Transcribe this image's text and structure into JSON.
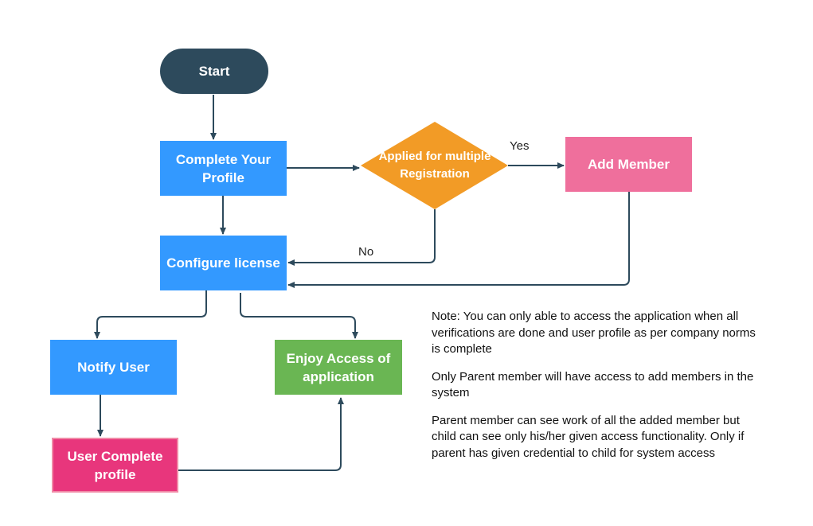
{
  "nodes": {
    "start": "Start",
    "complete_profile": "Complete Your Profile",
    "decision": "Applied for multiple Registration",
    "add_member": "Add Member",
    "configure_license": "Configure license",
    "notify_user": "Notify User",
    "enjoy_access": "Enjoy Access of application",
    "user_complete_profile": "User Complete profile"
  },
  "edge_labels": {
    "yes": "Yes",
    "no": "No"
  },
  "notes": [
    "Note: You can only able to access the application when all verifications are done and user profile as per company norms is complete",
    "Only Parent member will have access to add members in the system",
    "Parent member can see work of all the added member but child can see only his/her given access functionality. Only if parent has given credential to child for system access"
  ],
  "colors": {
    "start": "#2d4a5c",
    "process": "#3399ff",
    "decision": "#f29b26",
    "add_member": "#ef6f9c",
    "enjoy_access": "#6ab653",
    "user_complete_profile": "#e8367c",
    "connector": "#2d4a5c"
  }
}
